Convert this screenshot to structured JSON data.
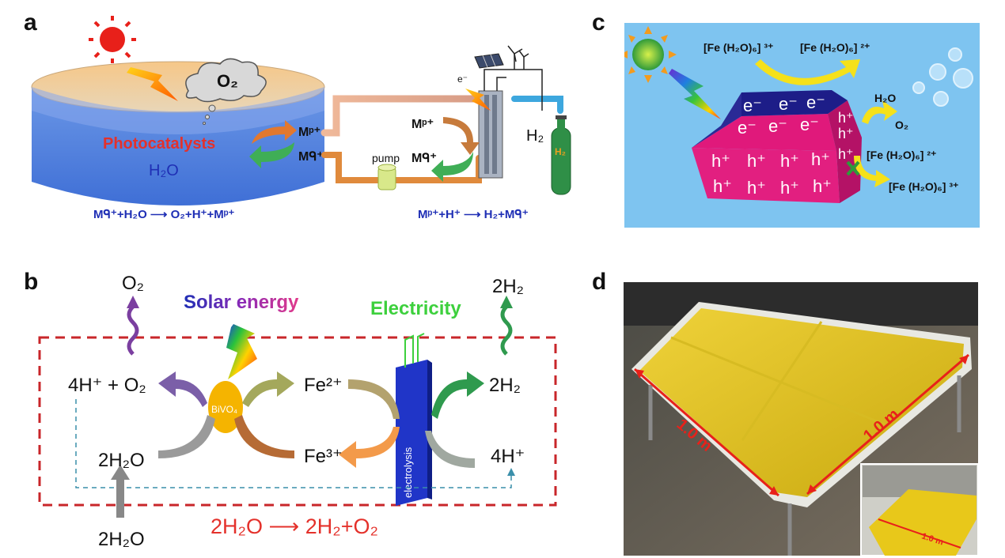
{
  "panels": {
    "a": {
      "letter": "a",
      "o2_cloud": "O₂",
      "photocatalysts": "Photocatalysts",
      "water": "H₂O",
      "mp": "Mᵖ⁺",
      "mq": "Mᑫ⁺",
      "mp_cell": "Mᵖ⁺",
      "mq_cell": "Mᑫ⁺",
      "pump": "pump",
      "electron": "e⁻",
      "h2_out": "H₂",
      "cylinder_label": "H₂",
      "equation_left": "Mᑫ⁺+H₂O ⟶ O₂+H⁺+Mᵖ⁺",
      "equation_right": "Mᵖ⁺+H⁺ ⟶ H₂+Mᑫ⁺"
    },
    "b": {
      "letter": "b",
      "o2_top": "O₂",
      "solar_energy": "Solar energy",
      "electricity": "Electricity",
      "h2_top": "2H₂",
      "h_plus_o2": "4H⁺ + O₂",
      "catalyst": "BiVO₄",
      "fe2": "Fe²⁺",
      "electrolysis": "electrolysis",
      "h2_right": "2H₂",
      "water_left": "2H₂O",
      "fe3": "Fe³⁺",
      "h_plus_right": "4H⁺",
      "water_bottom": "2H₂O",
      "overall_equation": "2H₂O ⟶ 2H₂+O₂"
    },
    "c": {
      "letter": "c",
      "fe3_top": "[Fe (H₂O)₆] ³⁺",
      "fe2_top": "[Fe (H₂O)₆] ²⁺",
      "water": "H₂O",
      "oxygen": "O₂",
      "fe2_bottom": "[Fe (H₂O)₆] ²⁺",
      "fe3_bottom": "[Fe (H₂O)₆] ³⁺",
      "electron": "e⁻",
      "hole": "h⁺"
    },
    "d": {
      "letter": "d",
      "dimension_1": "1.0 m",
      "dimension_2": "1.0 m",
      "dimension_inset": "1.0 m"
    }
  },
  "colors": {
    "blue_text": "#1f2fb5",
    "red_text": "#e4312b",
    "water": "#4a78d8",
    "sky": "#7ec4f0",
    "magenta": "#e0197b",
    "navy": "#22227a",
    "yellow_sheet": "#e6c51a"
  }
}
